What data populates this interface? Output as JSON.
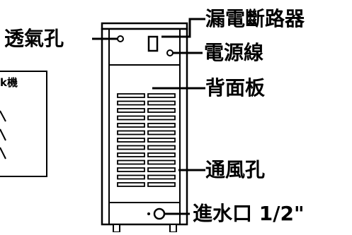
{
  "labels": {
    "vent_hole": "透氣孔",
    "leakage_breaker": "漏電斷路器",
    "power_cord": "電源線",
    "back_panel": "背面板",
    "ventilation_holes": "通風孔",
    "water_inlet": "進水口 1/2\"",
    "side_box_partial": "k機"
  },
  "colors": {
    "line": "#000000",
    "background": "#ffffff"
  }
}
